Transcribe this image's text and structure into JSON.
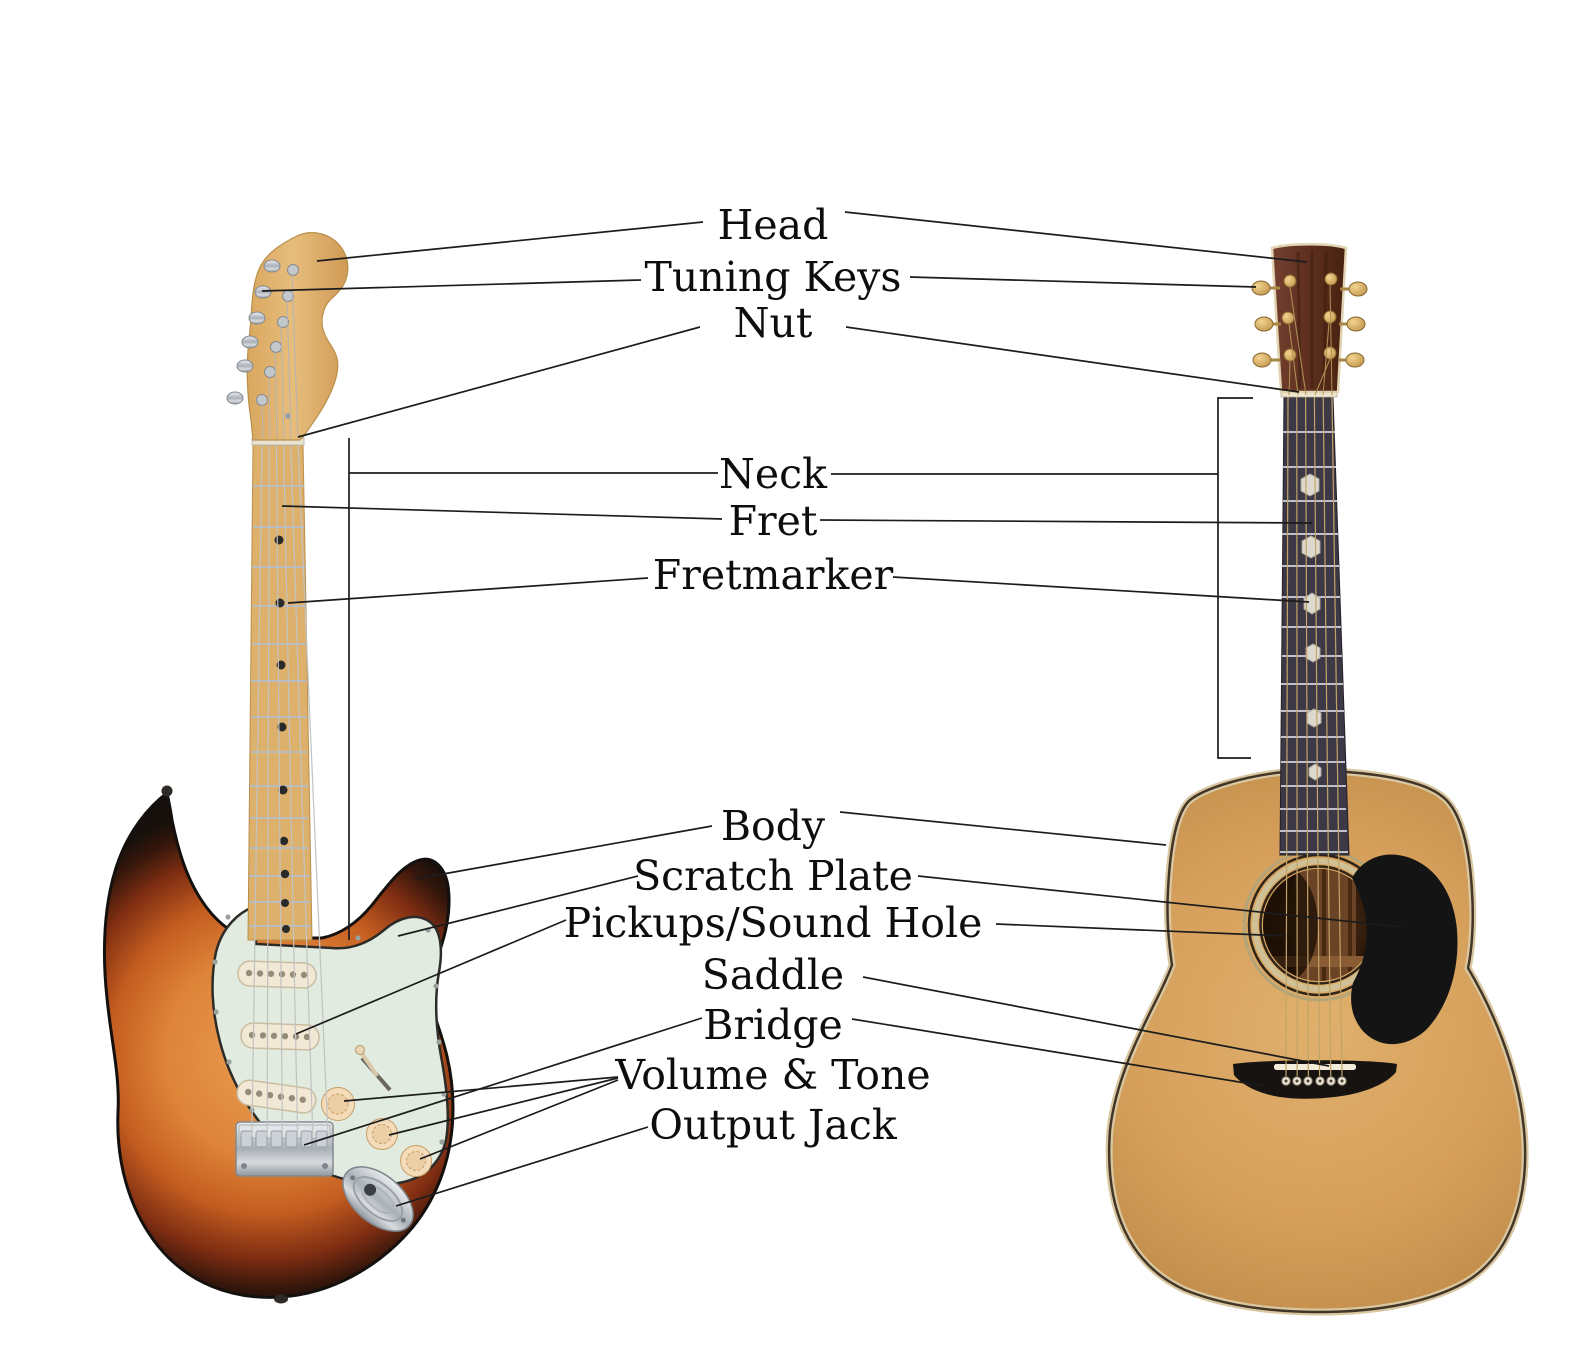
{
  "labels": {
    "head": "Head",
    "tuning_keys": "Tuning Keys",
    "nut": "Nut",
    "neck": "Neck",
    "fret": "Fret",
    "fretmarker": "Fretmarker",
    "body": "Body",
    "scratch_plate": "Scratch Plate",
    "pickups_sound_hole": "Pickups/Sound Hole",
    "saddle": "Saddle",
    "bridge": "Bridge",
    "volume_tone": "Volume & Tone",
    "output_jack": "Output Jack"
  },
  "colors": {
    "background": "#ffffff",
    "leader_line": "#1c1c1c",
    "label_text": "#0d0d0d",
    "electric_sunburst_outer": "#17100c",
    "electric_sunburst_red": "#7e2d12",
    "electric_sunburst_orange": "#c45d20",
    "electric_sunburst_center": "#e69a4e",
    "electric_pickguard": "#e2ebdf",
    "electric_maple_neck": "#ddb06b",
    "chrome_hardware": "#c9ced3",
    "cream_knobs": "#f4dcba",
    "acoustic_top": "#d6a05c",
    "acoustic_fretboard": "#3c3845",
    "acoustic_headstock": "#5e2f1e",
    "acoustic_pickguard": "#141414",
    "gold_tuners": "#d2a95e"
  }
}
